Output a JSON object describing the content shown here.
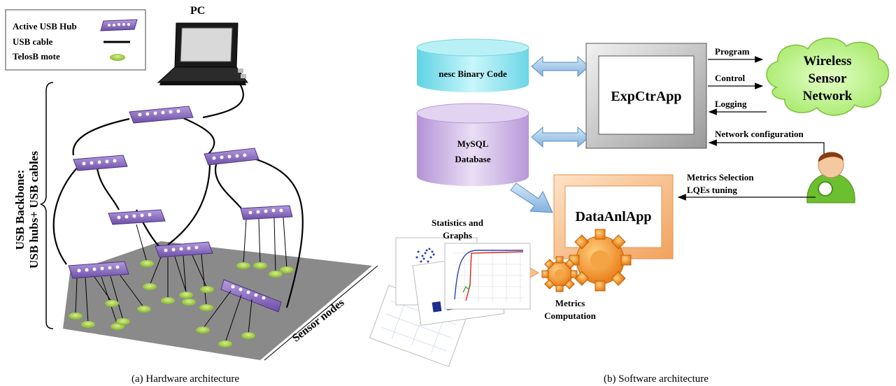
{
  "hardware": {
    "legend": {
      "hub": "Active USB Hub",
      "cable": "USB cable",
      "mote": "TelosB mote"
    },
    "pc_label": "PC",
    "backbone_line1": "USB Backbone:",
    "backbone_line2": "USB hubs+ USB cables",
    "sensor_nodes": "Sensor nodes",
    "caption": "(a) Hardware architecture"
  },
  "software": {
    "nesc": "nesc Binary Code",
    "mysql_line1": "MySQL",
    "mysql_line2": "Database",
    "expctr": "ExpCtrApp",
    "dataanl": "DataAnlApp",
    "wsn_line1": "Wireless",
    "wsn_line2": "Sensor",
    "wsn_line3": "Network",
    "program": "Program",
    "control": "Control",
    "logging": "Logging",
    "netconf": "Network configuration",
    "metrics_sel": "Metrics Selection",
    "lqe": "LQEs tuning",
    "stats_line1": "Statistics and",
    "stats_line2": "Graphs",
    "metrics_comp_line1": "Metrics",
    "metrics_comp_line2": "Computation",
    "caption": "(b) Software architecture"
  },
  "colors": {
    "hub": "#8a6bbd",
    "mote": "#9ccc3c",
    "floor": "#7f7f7f",
    "cylinder_blue": "#8ee3ee",
    "cylinder_purple": "#cdb6e3",
    "arrow_blue": "#9cc3e6",
    "cloud_green": "#b6f07c",
    "orange": "#f39c3c"
  }
}
